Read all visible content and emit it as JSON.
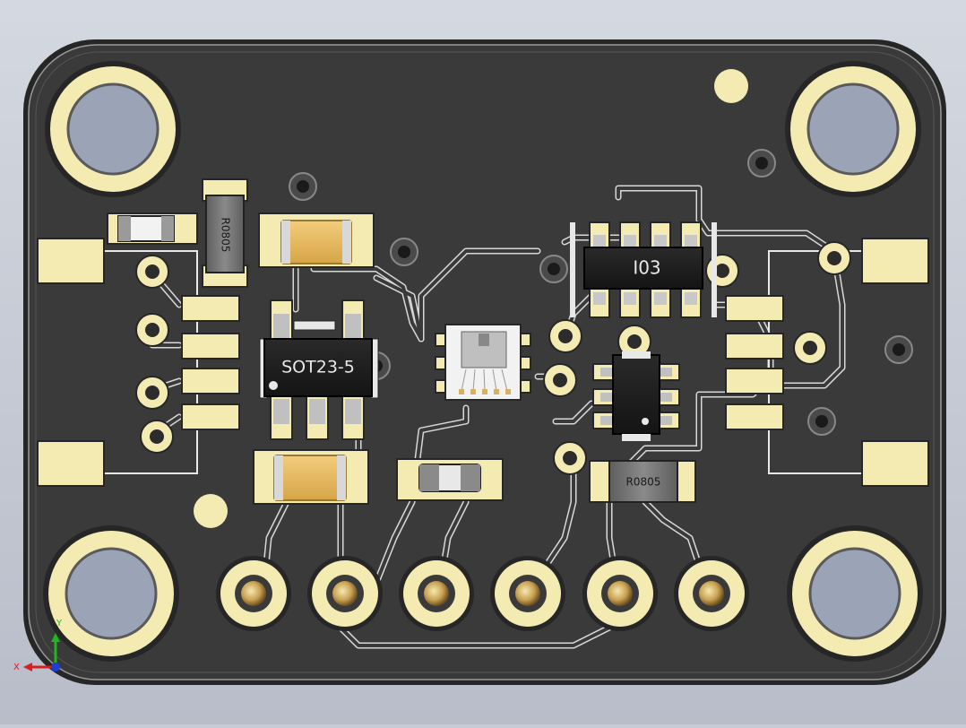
{
  "viewport": {
    "background": "#c6cbd6",
    "axis_triad": {
      "x_label": "X",
      "y_label": "Y"
    }
  },
  "board": {
    "solder_mask_color": "#3a3a3a",
    "pad_color": "#f4ebb3",
    "copper_trace_color": "#c9c9c9",
    "mounting_holes": 4,
    "header_pins": 6
  },
  "components": {
    "u1_label": "SOT23-5",
    "u2_label": "I03",
    "r1_label": "R0805",
    "r2_label": "R0805"
  }
}
